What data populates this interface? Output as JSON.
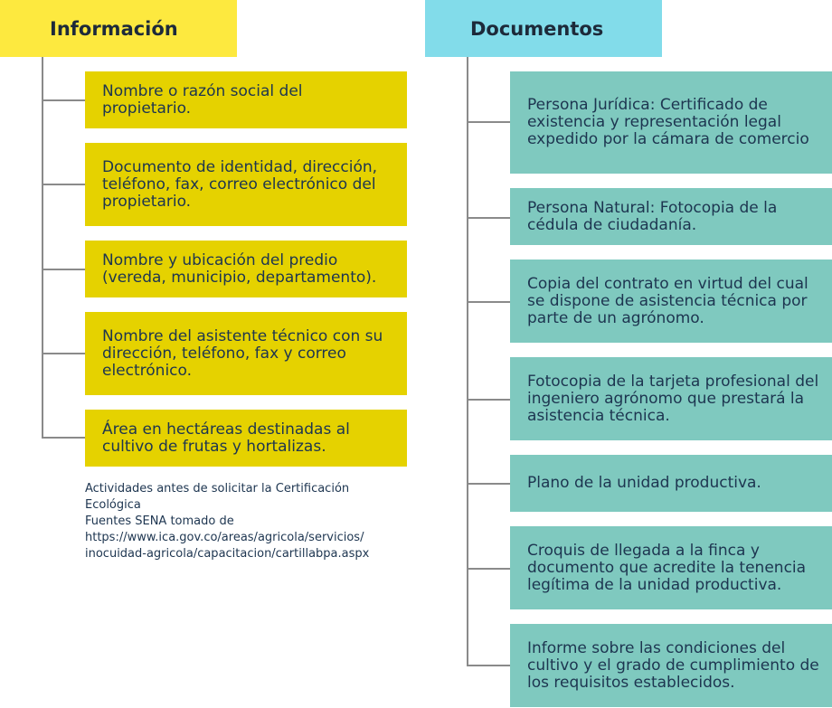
{
  "info": {
    "title": "Información",
    "items": [
      "Nombre o razón social del propietario.",
      "Documento de identidad, dirección, teléfono, fax, correo electrónico del propietario.",
      "Nombre y ubicación del predio (vereda, municipio, departamento).",
      "Nombre del asistente técnico con su dirección, teléfono, fax y correo electrónico.",
      "Área en hectáreas destinadas al cultivo de frutas y hortalizas."
    ]
  },
  "docs": {
    "title": "Documentos",
    "items": [
      "Persona Jurídica: Certificado de existencia y representación legal expedido por la cámara de comercio",
      "Persona Natural: Fotocopia de la cédula de ciudadanía.",
      "Copia del contrato en virtud del cual se dispone de asistencia técnica por parte de un agrónomo.",
      "Fotocopia de la tarjeta profesional del ingeniero agrónomo que prestará la asistencia técnica.",
      "Plano de la unidad productiva.",
      "Croquis de llegada a la finca y documento que acredite la tenencia legítima de la unidad productiva.",
      "Informe sobre las condiciones del cultivo y el grado de cumplimiento de los requisitos establecidos."
    ]
  },
  "source": {
    "line1": "Actividades antes de solicitar la Certificación",
    "line2": "Ecológica",
    "line3": "Fuentes SENA tomado de",
    "line4": "https://www.ica.gov.co/areas/agricola/servicios/",
    "line5": "inocuidad-agricola/capacitacion/cartillabpa.aspx"
  },
  "colors": {
    "info_header": "#fde93f",
    "info_box": "#e5d200",
    "docs_header": "#82dcea",
    "docs_box": "#7fc9bf",
    "connector": "#8a8a8a",
    "text": "#1d3550"
  }
}
